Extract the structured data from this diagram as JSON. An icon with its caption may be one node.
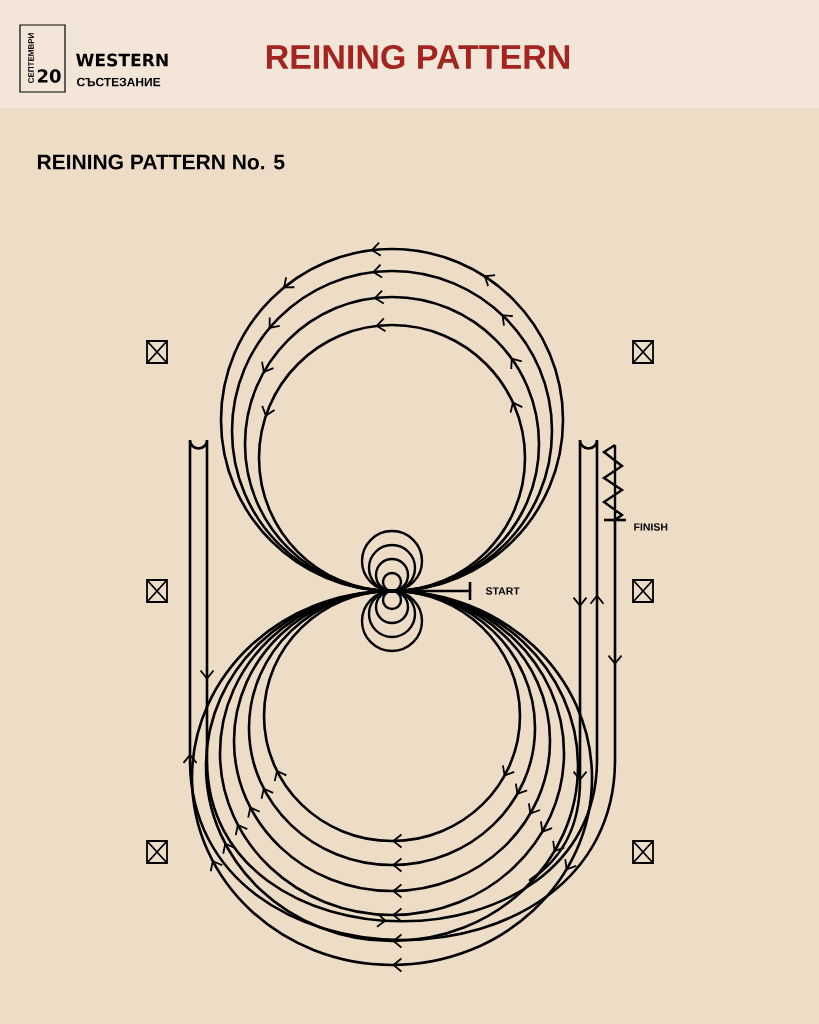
{
  "diagram": {
    "title": "REINING PATTERN",
    "labels": [
      "СЕПТЕМВРИ",
      "20",
      "WESTERN",
      "СЪСТЕЗАНИЕ",
      "REINING PATTERN No. 5",
      "START",
      "FINISH"
    ]
  }
}
